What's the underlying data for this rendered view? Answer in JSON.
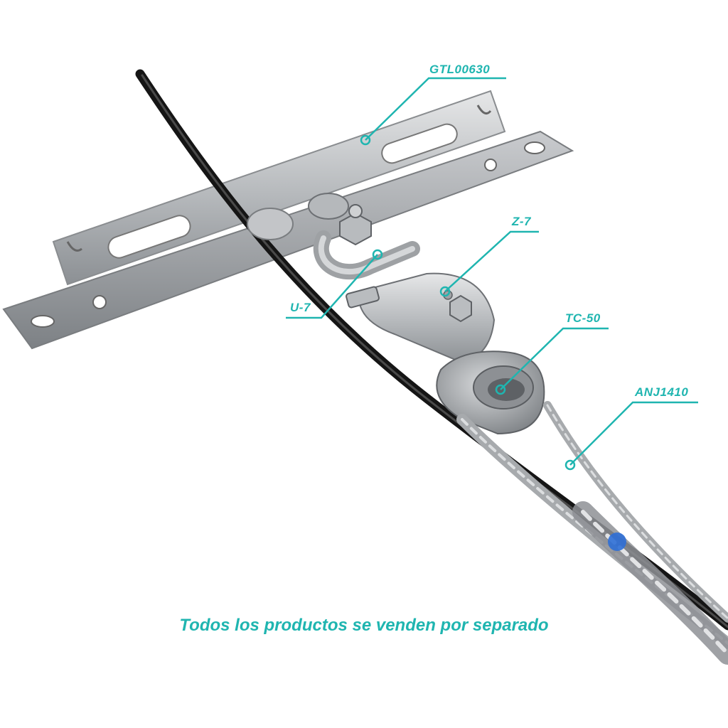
{
  "theme": {
    "accent": "#1fb5b0",
    "metal_light": "#d4d6d8",
    "metal_mid": "#a9acaf",
    "metal_dark": "#6e7175",
    "cable": "#1a1a1a"
  },
  "labels": {
    "bracket": "GTL00630",
    "shackle": "U-7",
    "link": "Z-7",
    "thimble": "TC-50",
    "anchor": "ANJ1410"
  },
  "caption": "Todos los productos se venden por separado"
}
